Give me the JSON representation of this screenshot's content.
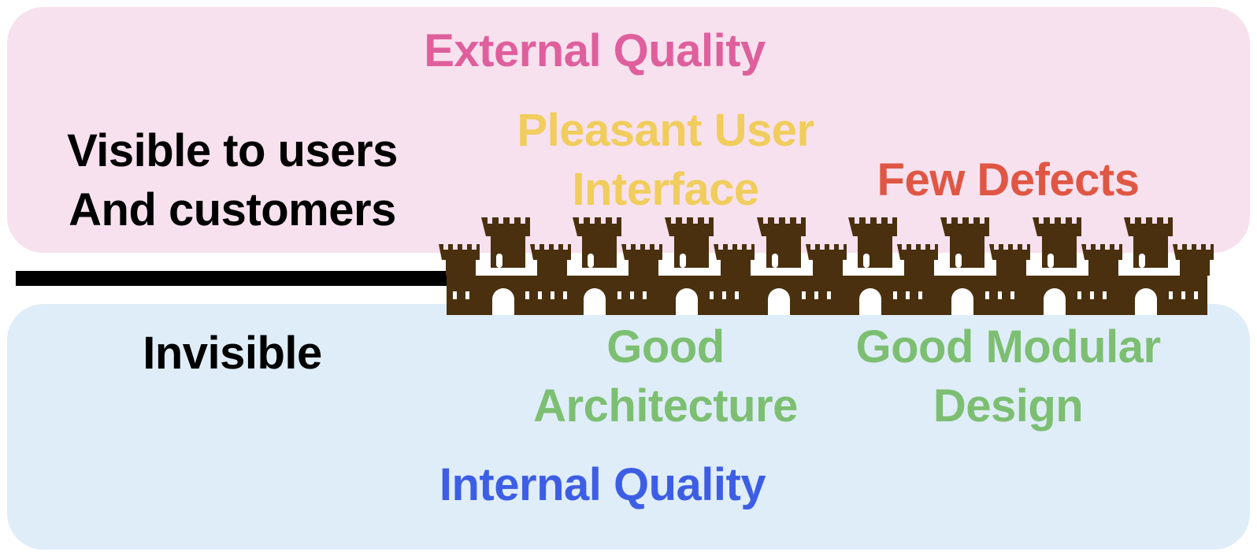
{
  "top_panel": {
    "title": "External Quality",
    "side_label_line1": "Visible to users",
    "side_label_line2": "And customers",
    "items": {
      "ui_line1": "Pleasant User",
      "ui_line2": "Interface",
      "defects": "Few Defects"
    }
  },
  "bottom_panel": {
    "title": "Internal Quality",
    "side_label": "Invisible",
    "items": {
      "architecture_line1": "Good",
      "architecture_line2": "Architecture",
      "modular_line1": "Good Modular",
      "modular_line2": "Design"
    }
  },
  "colors": {
    "top_panel_bg": "#f7e1ee",
    "bottom_panel_bg": "#dfedf9",
    "external_title": "#df5f9d",
    "internal_title": "#3d5ee4",
    "user_interface": "#f0cd5c",
    "defects": "#df5744",
    "internal_items": "#7dbf72",
    "castle": "#4a300e",
    "divider": "#000000"
  },
  "icons": {
    "castle_wall": "castle-wall-icon"
  }
}
